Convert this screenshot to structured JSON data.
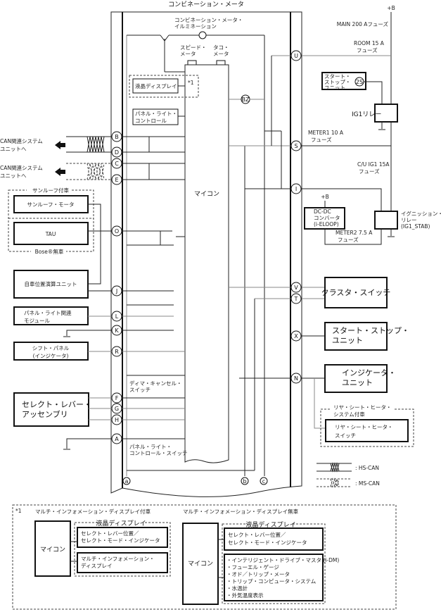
{
  "title": "コンビネーション・メータ",
  "meter": {
    "illumination": [
      "コンビネーション・メータ・",
      "イルミネーション"
    ],
    "speedometer": [
      "スピード・",
      "メータ"
    ],
    "tachometer": [
      "タコ・",
      "メータ"
    ],
    "lcd": "液晶ディスプレイ",
    "note_ref": "*1",
    "panel_light_control": [
      "パネル・ライト・",
      "コントロール"
    ],
    "buzzer": "BZ",
    "micon": "マイコン",
    "dimmer_cancel_switch": [
      "ディマ・キャンセル・",
      "スイッチ"
    ],
    "panel_light_control_switch": [
      "パネル・ライト・",
      "コントロール・スイッチ"
    ]
  },
  "connectors_left": [
    "B",
    "D",
    "C",
    "E",
    "O",
    "J",
    "L",
    "K",
    "R",
    "F",
    "G",
    "H",
    "A"
  ],
  "connectors_right": [
    "U",
    "S",
    "I",
    "V",
    "T",
    "X",
    "N"
  ],
  "ground_refs": [
    "a",
    "b",
    "c"
  ],
  "left": {
    "can1": [
      "CAN関連システム",
      "ユニットへ"
    ],
    "can2": [
      "CAN関連システム",
      "ユニットへ"
    ],
    "sunroof_group": "サンルーフ付車",
    "sunroof_motor": "サンルーフ・モータ",
    "tau": "TAU",
    "bose_group": "Bose®無車",
    "position_unit": "自車位置演算ユニット",
    "panel_light_module": [
      "パネル・ライト関連",
      "モジュール"
    ],
    "shift_panel": [
      "シフト・パネル",
      "(インジケータ)"
    ],
    "select_lever": [
      "セレクト・レバー・",
      "アッセンブリ"
    ]
  },
  "right": {
    "plus_b": "+B",
    "main_fuse": "MAIN 200 Aフューズ",
    "room_fuse": [
      "ROOM 15 A",
      "フューズ"
    ],
    "start_stop_unit_top": [
      "スタート・",
      "ストップ・",
      "ユニット"
    ],
    "start_stop_pin": "2S",
    "ig1_relay": "IG1リレー",
    "meter1_fuse": [
      "METER1 10 A",
      "フューズ"
    ],
    "cu_ig1_fuse": [
      "C/U IG1 15A",
      "フューズ"
    ],
    "plus_b2": "+B",
    "dcdc": [
      "DC-DC",
      "コンバータ",
      "(i-ELOOP)"
    ],
    "ign_relay": [
      "イグニッション・",
      "リレー",
      "(IG1_STAB)"
    ],
    "meter2_fuse": [
      "METER2 7.5 A",
      "フューズ"
    ],
    "cluster_switch": "クラスタ・スイッチ",
    "start_stop_unit": [
      "スタート・ストップ・",
      "ユニット"
    ],
    "indicator_unit": [
      "インジケータ・",
      "ユニット"
    ],
    "rear_seat_group": [
      "リヤ・シート・ヒータ・",
      "システム付車"
    ],
    "rear_seat_switch": [
      "リヤ・シート・ヒータ・",
      "スイッチ"
    ],
    "legend_hs": ": HS-CAN",
    "legend_ms": ": MS-CAN"
  },
  "footnote": {
    "ref": "*1",
    "with_mid": "マルチ・インフォメーション・ディスプレイ付車",
    "without_mid": "マルチ・インフォメーション・ディスプレイ無車",
    "micon": "マイコン",
    "lcd": "液晶ディスプレイ",
    "select_lever_pos": [
      "セレクト・レバー位置／",
      "セレクト・モード・インジケータ"
    ],
    "mid": [
      "マルチ・インフォメーション・",
      "ディスプレイ"
    ],
    "items": [
      "・インテリジェント・ドライブ・マスタ (i-DM)",
      "・フューエル・ゲージ",
      "・オド／トリップ・メータ",
      "・トリップ・コンピュータ・システム",
      "・水温計",
      "・外気温度表示"
    ]
  }
}
